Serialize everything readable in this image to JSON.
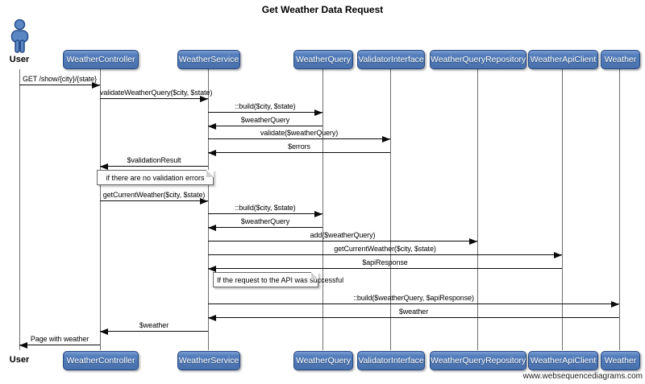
{
  "title": "Get Weather Data Request",
  "watermark": "www.websequencediagrams.com",
  "participants": [
    {
      "label": "User",
      "type": "actor"
    },
    {
      "label": "WeatherController",
      "type": "participant"
    },
    {
      "label": "WeatherService",
      "type": "participant"
    },
    {
      "label": "WeatherQuery",
      "type": "participant"
    },
    {
      "label": "ValidatorInterface",
      "type": "participant"
    },
    {
      "label": "WeatherQueryRepository",
      "type": "participant"
    },
    {
      "label": "WeatherApiClient",
      "type": "participant"
    },
    {
      "label": "Weather",
      "type": "participant"
    }
  ],
  "messages": [
    {
      "from": "User",
      "to": "WeatherController",
      "label": "GET /show/{city}/{state}"
    },
    {
      "from": "WeatherController",
      "to": "WeatherService",
      "label": "validateWeatherQuery($city, $state)"
    },
    {
      "from": "WeatherService",
      "to": "WeatherQuery",
      "label": "::build($city, $state)"
    },
    {
      "from": "WeatherQuery",
      "to": "WeatherService",
      "label": "$weatherQuery"
    },
    {
      "from": "WeatherService",
      "to": "ValidatorInterface",
      "label": "validate($weatherQuery)"
    },
    {
      "from": "ValidatorInterface",
      "to": "WeatherService",
      "label": "$errors"
    },
    {
      "from": "WeatherService",
      "to": "WeatherController",
      "label": "$validationResult"
    },
    {
      "from": "WeatherController",
      "to": "WeatherService",
      "label": "getCurrentWeather($city, $state)"
    },
    {
      "from": "WeatherService",
      "to": "WeatherQuery",
      "label": "::build($city, $state)"
    },
    {
      "from": "WeatherQuery",
      "to": "WeatherService",
      "label": "$weatherQuery"
    },
    {
      "from": "WeatherService",
      "to": "WeatherQueryRepository",
      "label": "add($weatherQuery)"
    },
    {
      "from": "WeatherService",
      "to": "WeatherApiClient",
      "label": "getCurrentWeather($city, $state)"
    },
    {
      "from": "WeatherApiClient",
      "to": "WeatherService",
      "label": "$apiResponse"
    },
    {
      "from": "WeatherService",
      "to": "Weather",
      "label": "::build($weatherQuery, $apiResponse)"
    },
    {
      "from": "Weather",
      "to": "WeatherService",
      "label": "$weather"
    },
    {
      "from": "WeatherService",
      "to": "WeatherController",
      "label": "$weather"
    },
    {
      "from": "WeatherController",
      "to": "User",
      "label": "Page with weather"
    }
  ],
  "notes": [
    {
      "text": "if there are no validation errors"
    },
    {
      "text": "If the request to the API was successful"
    }
  ],
  "colors": {
    "participant_fill": "#4870ad",
    "participant_border": "#27497f",
    "participant_text": "#ffffff",
    "lifeline": "#6e6e6e",
    "arrow": "#0a0a0a",
    "note_background": "#fdfdfd",
    "background": "#ffffff"
  }
}
